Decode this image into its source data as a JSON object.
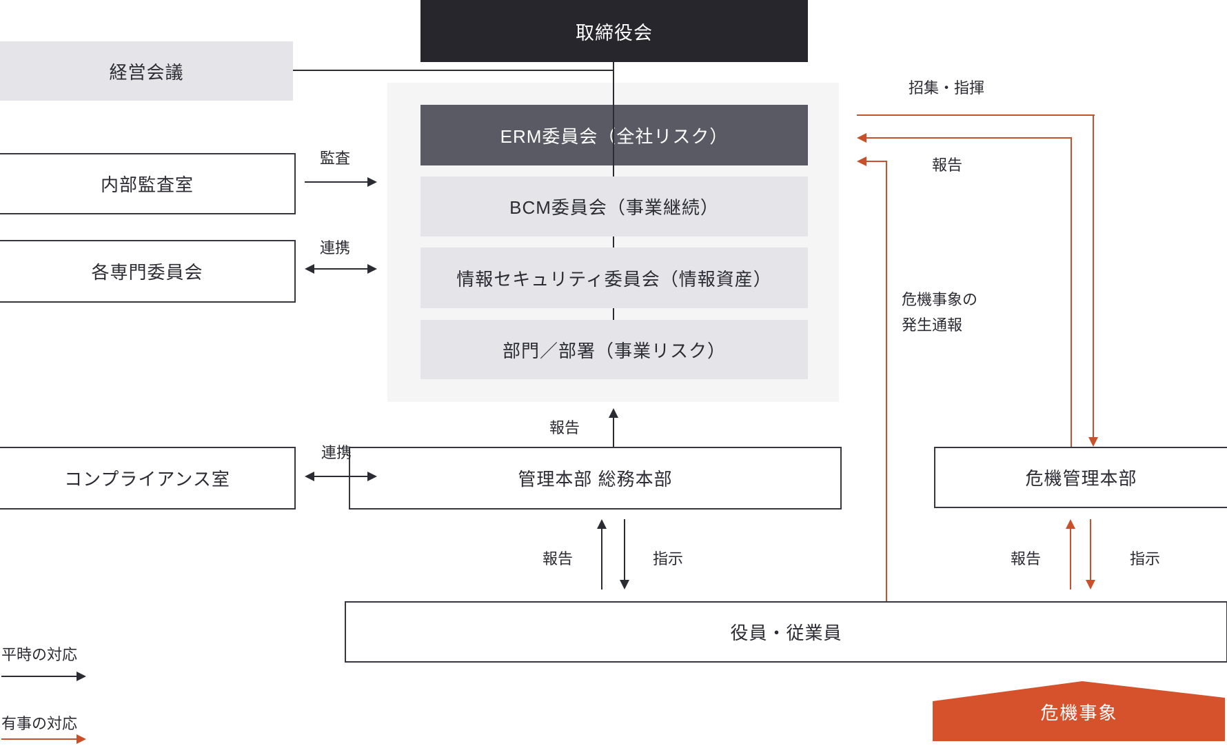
{
  "colors": {
    "dark_box": "#26262c",
    "erm_box": "#5a5a64",
    "light_box": "#e4e4e9",
    "panel": "#f5f5f6",
    "line_dark": "#2b2b33",
    "line_red": "#c8502b",
    "crisis_shape": "#d5522d"
  },
  "boxes": {
    "board": "取締役会",
    "management_meeting": "経営会議",
    "internal_audit": "内部監査室",
    "expert_committees": "各専門委員会",
    "compliance": "コンプライアンス室",
    "erm": "ERM委員会（全社リスク）",
    "bcm": "BCM委員会（事業継続）",
    "info_security": "情報セキュリティ委員会（情報資産）",
    "departments": "部門／部署（事業リスク）",
    "admin_hq": "管理本部 総務本部",
    "crisis_hq": "危機管理本部",
    "employees": "役員・従業員"
  },
  "labels": {
    "audit": "監査",
    "cooperation": "連携",
    "report": "報告",
    "instruction": "指示",
    "convene_command": "招集・指揮",
    "crisis_notification_line1": "危機事象の",
    "crisis_notification_line2": "発生通報"
  },
  "legend": {
    "normal": "平時の対応",
    "emergency": "有事の対応"
  },
  "crisis_event": "危機事象"
}
